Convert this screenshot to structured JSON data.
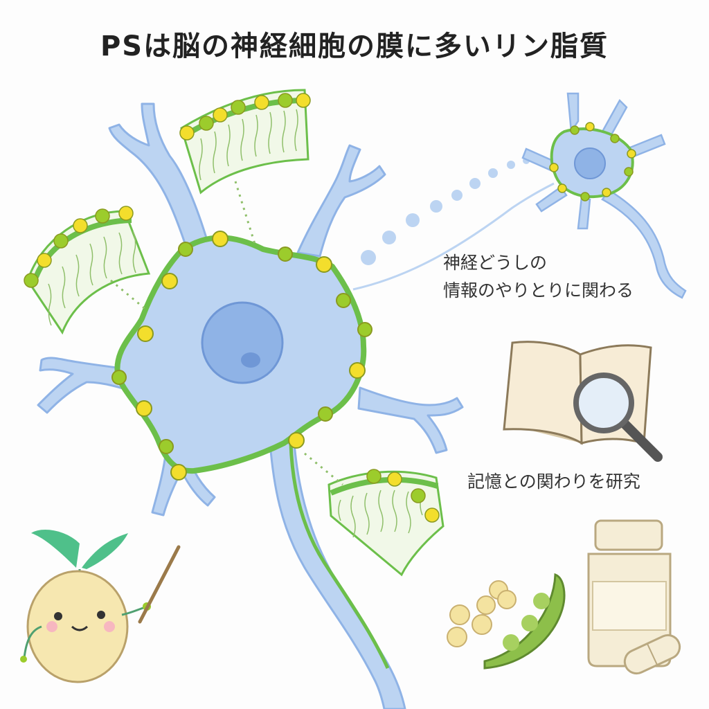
{
  "title": "PSは脳の神経細胞の膜に多いリン脂質",
  "captions": {
    "neuron_communication_line1": "神経どうしの",
    "neuron_communication_line2": "情報のやりとりに関わる",
    "memory_research": "記憶との関わりを研究"
  },
  "colors": {
    "background": "#fdfdfd",
    "neuron_fill": "#bcd4f2",
    "nucleus": "#8fb3e6",
    "membrane_green": "#6cbf4a",
    "head_yellow": "#f3de2c",
    "head_green": "#9ccc2c",
    "soybean": "#f4e3a0",
    "edamame": "#8dbf4a",
    "supplement_bottle": "#f5edd6",
    "mascot_body": "#f6e7b0",
    "mascot_leaf": "#4fc08a"
  },
  "icons": [
    "neuron-cell",
    "membrane-bilayer-zoom",
    "small-neuron",
    "signal-dots",
    "open-book",
    "magnifier",
    "soybeans",
    "edamame-pod",
    "supplement-bottle",
    "capsule",
    "soybean-mascot",
    "pointer-stick"
  ]
}
